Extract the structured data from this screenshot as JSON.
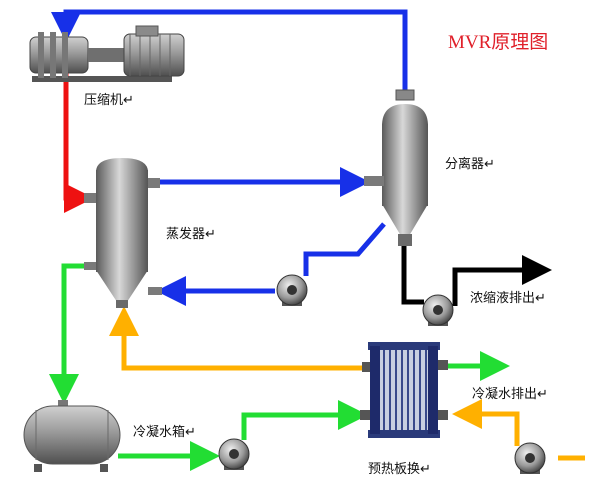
{
  "title": "MVR原理图",
  "labels": {
    "compressor": "压缩机↵",
    "separator": "分离器↵",
    "evaporator": "蒸发器↵",
    "concentrate_out": "浓缩液排出↵",
    "condensate_out": "冷凝水排出↵",
    "condensate_tank": "冷凝水箱↵",
    "preheat_plate": "预热板换↵"
  },
  "colors": {
    "title": "#e0202a",
    "vapor_return": "#1730e8",
    "compressed_vapor": "#ee1111",
    "condensate": "#22dd33",
    "feed": "#ffb000",
    "concentrate": "#000000",
    "vessel": "#8f8f8f"
  },
  "icons": [
    "compressor-motor-icon",
    "pump-icon",
    "plate-heat-exchanger-icon"
  ]
}
